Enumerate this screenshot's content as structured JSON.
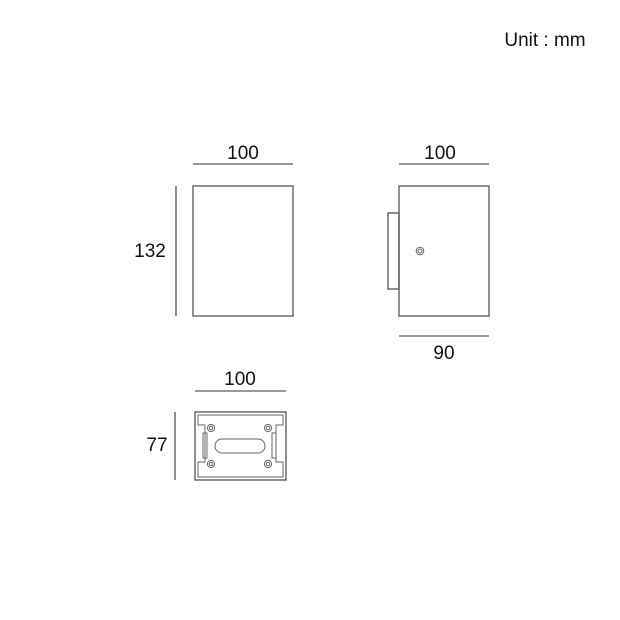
{
  "unit_label": "Unit : mm",
  "front_view": {
    "width_label": "100",
    "height_label": "132"
  },
  "side_view": {
    "width_label": "100",
    "depth_label": "90"
  },
  "bottom_view": {
    "width_label": "100",
    "height_label": "77"
  }
}
